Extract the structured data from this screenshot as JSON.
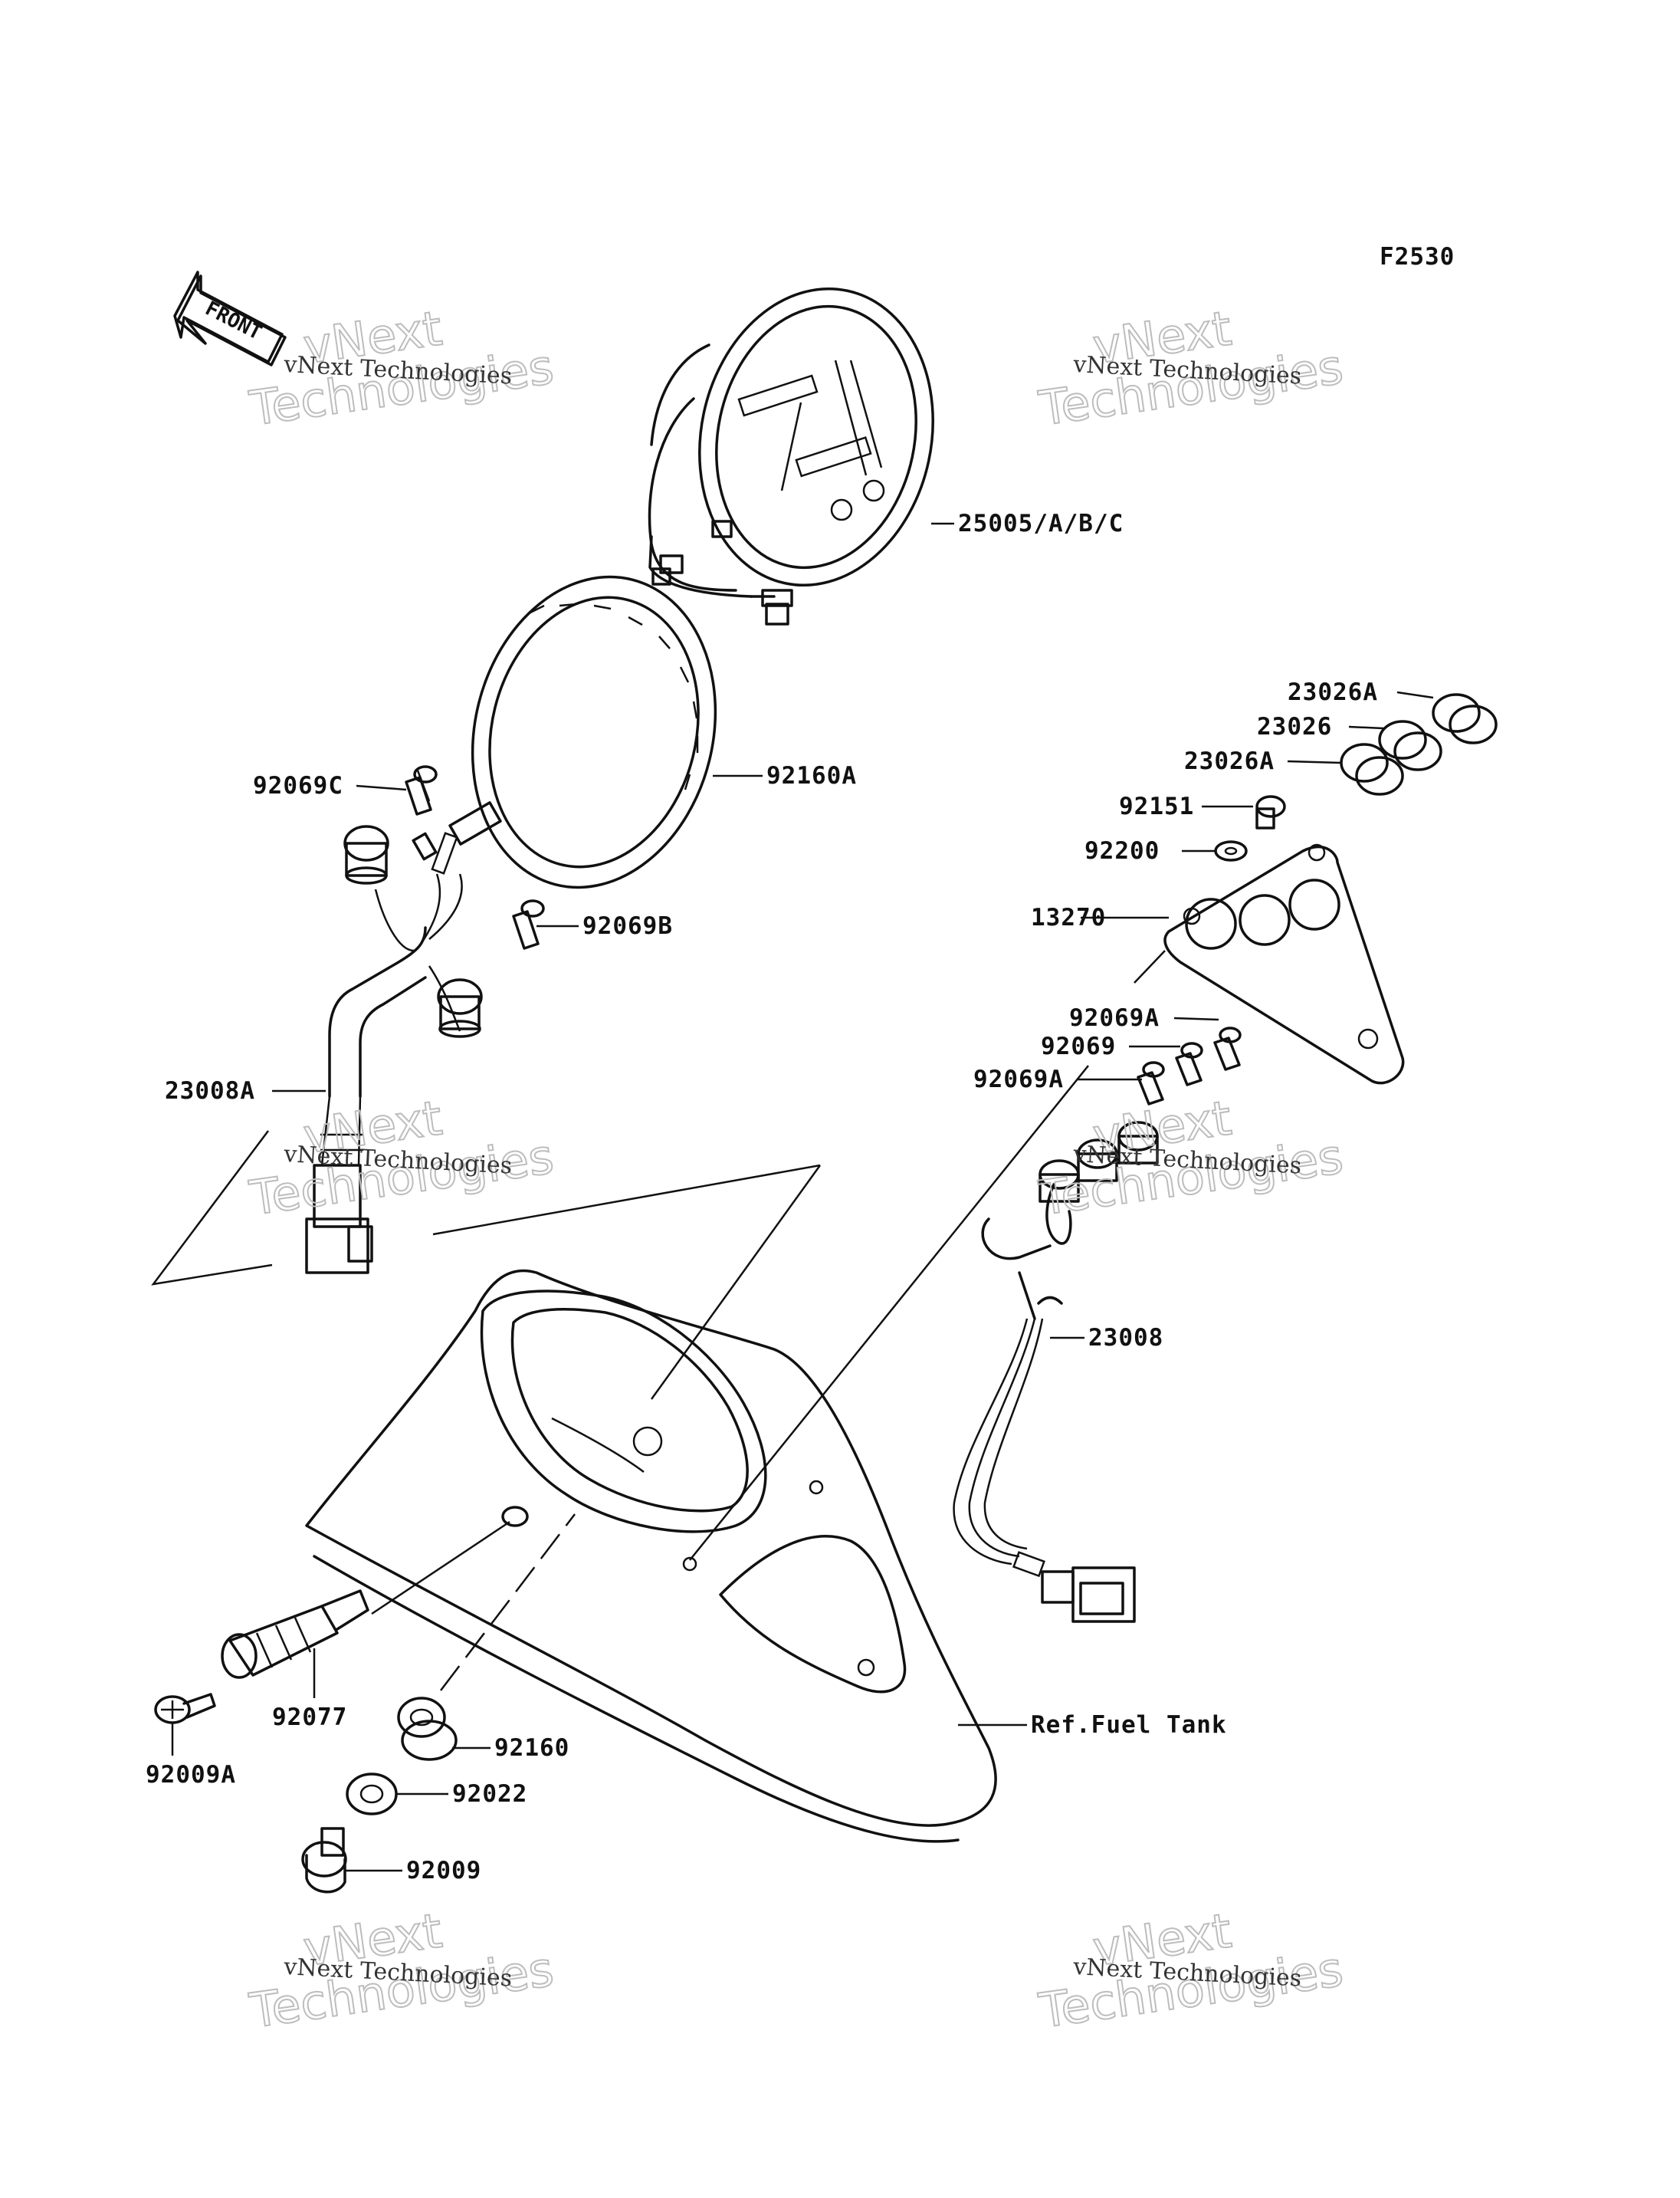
{
  "figure_code": "F2530",
  "front_arrow_label": "FRONT",
  "watermark": {
    "line1": "vNext Technologies",
    "big_a": "vNext",
    "big_b": "Technologies"
  },
  "callouts": [
    {
      "id": "c-25005",
      "text": "25005/A/B/C"
    },
    {
      "id": "c-92160A",
      "text": "92160A"
    },
    {
      "id": "c-92069C",
      "text": "92069C"
    },
    {
      "id": "c-92069B",
      "text": "92069B"
    },
    {
      "id": "c-23008A",
      "text": "23008A"
    },
    {
      "id": "c-23026A-top",
      "text": "23026A"
    },
    {
      "id": "c-23026",
      "text": "23026"
    },
    {
      "id": "c-23026A-bot",
      "text": "23026A"
    },
    {
      "id": "c-92151",
      "text": "92151"
    },
    {
      "id": "c-92200",
      "text": "92200"
    },
    {
      "id": "c-13270",
      "text": "13270"
    },
    {
      "id": "c-92069A-top",
      "text": "92069A"
    },
    {
      "id": "c-92069",
      "text": "92069"
    },
    {
      "id": "c-92069A-bot",
      "text": "92069A"
    },
    {
      "id": "c-23008",
      "text": "23008"
    },
    {
      "id": "c-reffuel",
      "text": "Ref.Fuel Tank"
    },
    {
      "id": "c-92077",
      "text": "92077"
    },
    {
      "id": "c-92009A",
      "text": "92009A"
    },
    {
      "id": "c-92160",
      "text": "92160"
    },
    {
      "id": "c-92022",
      "text": "92022"
    },
    {
      "id": "c-92009",
      "text": "92009"
    }
  ]
}
